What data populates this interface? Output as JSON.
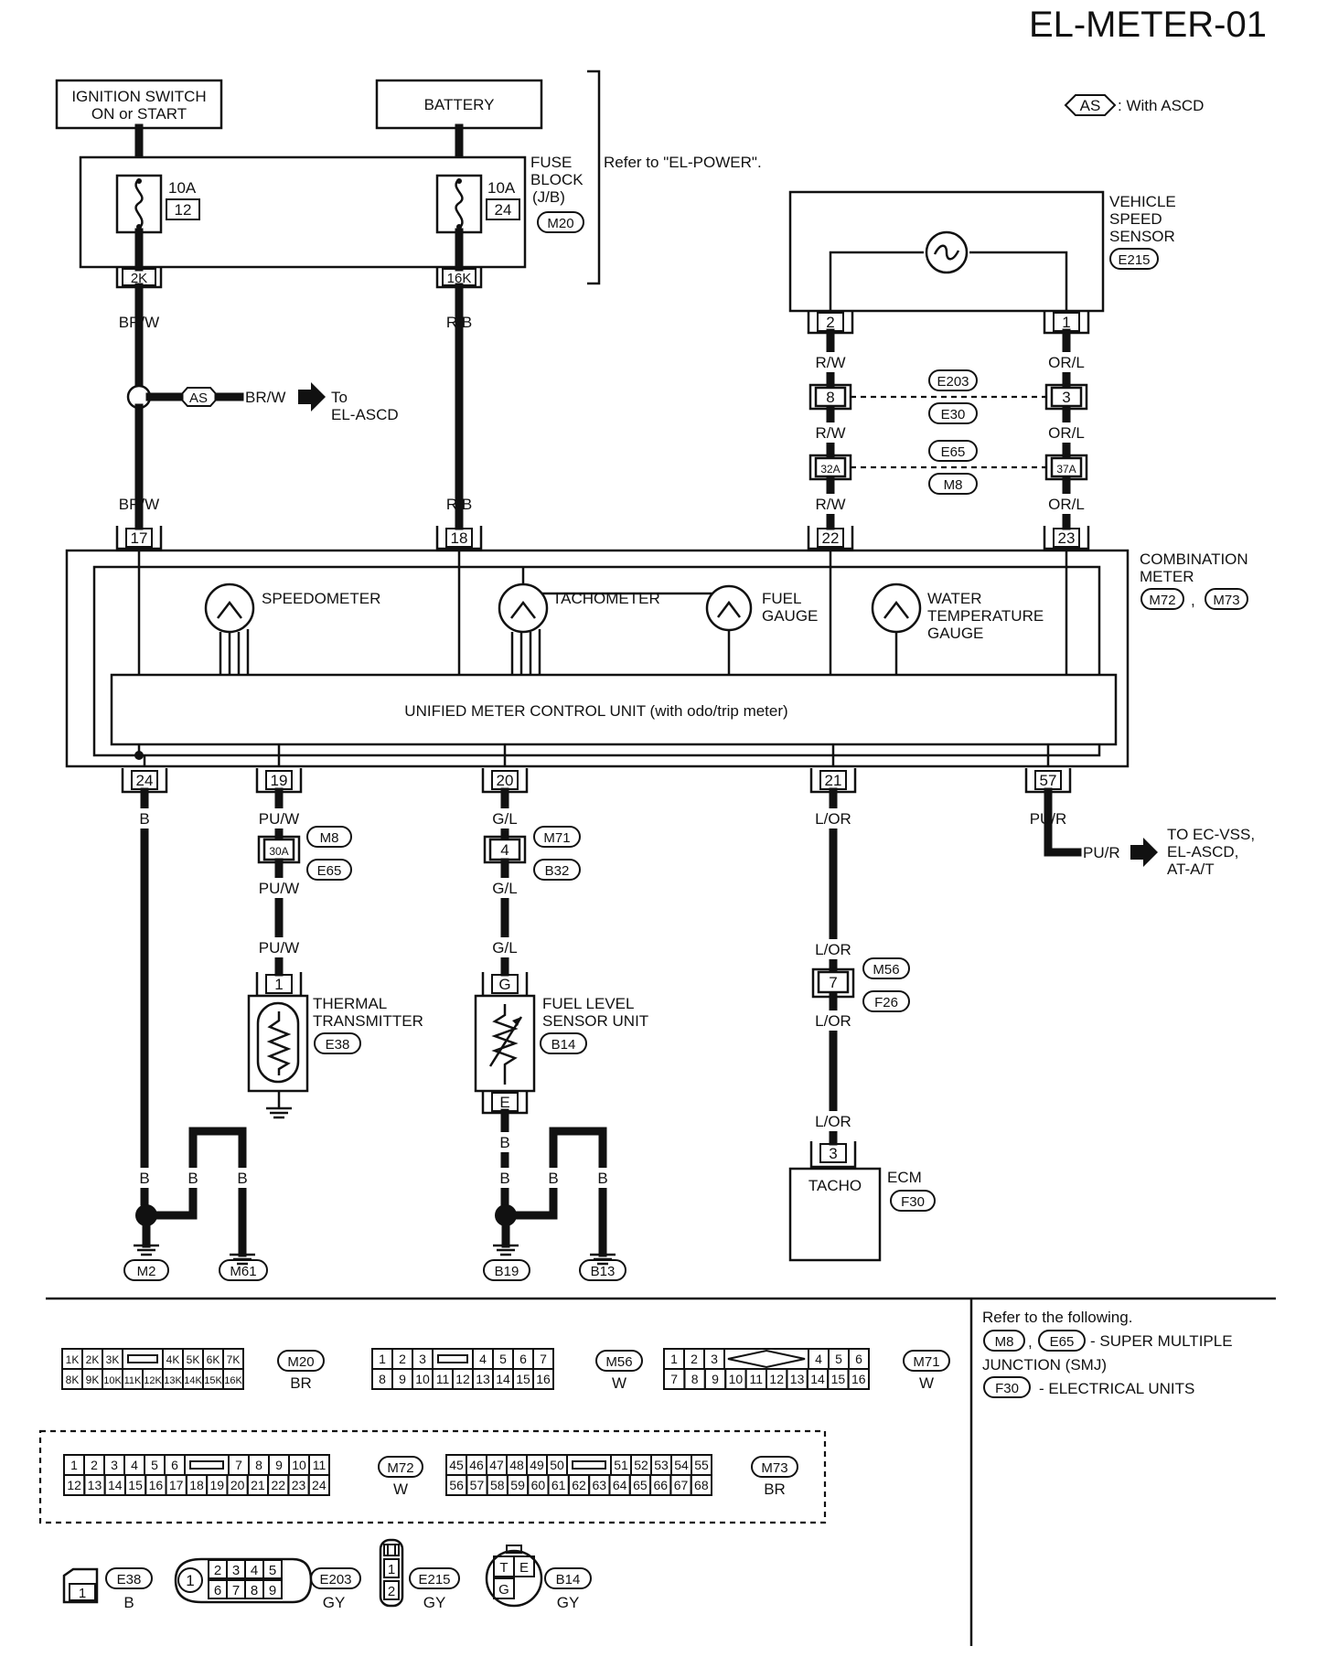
{
  "title": "EL-METER-01",
  "legend": {
    "as_tag": "AS",
    "as_text": ": With ASCD"
  },
  "sources": {
    "ignition": [
      "IGNITION SWITCH",
      "ON or START"
    ],
    "battery": "BATTERY"
  },
  "fuse_block": {
    "label": [
      "FUSE",
      "BLOCK",
      "(J/B)"
    ],
    "connector": "M20",
    "refer": "Refer to \"EL-POWER\".",
    "fuses": [
      {
        "amp": "10A",
        "num": "12",
        "term": "2K"
      },
      {
        "amp": "10A",
        "num": "24",
        "term": "16K"
      }
    ]
  },
  "ascd_branch": {
    "tag": "AS",
    "wire": "BR/W",
    "to": [
      "To",
      "EL-ASCD"
    ]
  },
  "speed_sensor": {
    "label": [
      "VEHICLE",
      "SPEED",
      "SENSOR"
    ],
    "connector": "E215",
    "pins": [
      "2",
      "1"
    ]
  },
  "wires": {
    "brw": "BR/W",
    "rb": "R/B",
    "rw": "R/W",
    "orl": "OR/L",
    "b": "B",
    "puw": "PU/W",
    "gl": "G/L",
    "lor": "L/OR",
    "pur": "PU/R"
  },
  "joints": [
    {
      "left_pin": "8",
      "right_pin": "3",
      "conn_top": "E203",
      "conn_bottom": "E30"
    },
    {
      "left_pin": "32A",
      "right_pin": "37A",
      "conn_top": "E65",
      "conn_bottom": "M8"
    }
  ],
  "combination_meter": {
    "label": [
      "COMBINATION",
      "METER"
    ],
    "connectors": [
      "M72",
      "M73"
    ],
    "sep": ",",
    "top_pins": [
      "17",
      "18",
      "22",
      "23"
    ],
    "bottom_pins": [
      "24",
      "19",
      "20",
      "21",
      "57"
    ],
    "gauges": [
      "SPEEDOMETER",
      "TACHOMETER",
      "FUEL",
      "GAUGE",
      "WATER",
      "TEMPERATURE",
      "GAUGE"
    ],
    "control_unit": "UNIFIED METER CONTROL UNIT (with odo/trip meter)"
  },
  "to_ec": [
    "TO EC-VSS,",
    "EL-ASCD,",
    "AT-A/T"
  ],
  "inline_connectors": [
    {
      "pin": "30A",
      "top": "M8",
      "bottom": "E65"
    },
    {
      "pin": "4",
      "top": "M71",
      "bottom": "B32"
    },
    {
      "pin": "7",
      "top": "M56",
      "bottom": "F26"
    }
  ],
  "thermal": {
    "label": [
      "THERMAL",
      "TRANSMITTER"
    ],
    "connector": "E38",
    "pin": "1"
  },
  "fuel_sensor": {
    "label": [
      "FUEL LEVEL",
      "SENSOR UNIT"
    ],
    "connector": "B14",
    "pin_top": "G",
    "pin_bottom": "E"
  },
  "ecm": {
    "label": "ECM",
    "connector": "F30",
    "pin": "3",
    "inner": "TACHO"
  },
  "grounds": [
    "M2",
    "M61",
    "B19",
    "B13"
  ],
  "refer_following": {
    "head": "Refer to the following.",
    "smj": [
      "M8",
      ",",
      "E65",
      "- SUPER MULTIPLE",
      "JUNCTION (SMJ)"
    ],
    "eu": [
      "F30",
      "- ELECTRICAL UNITS"
    ]
  },
  "connector_views": {
    "m20": {
      "name": "M20",
      "color": "BR",
      "row1": [
        "1K",
        "2K",
        "3K",
        "",
        "4K",
        "5K",
        "6K",
        "7K"
      ],
      "row2": [
        "8K",
        "9K",
        "10K",
        "11K",
        "12K",
        "13K",
        "14K",
        "15K",
        "16K"
      ]
    },
    "m56": {
      "name": "M56",
      "color": "W",
      "row1": [
        "1",
        "2",
        "3",
        "",
        "4",
        "5",
        "6",
        "7"
      ],
      "row2": [
        "8",
        "9",
        "10",
        "11",
        "12",
        "13",
        "14",
        "15",
        "16"
      ]
    },
    "m71": {
      "name": "M71",
      "color": "W",
      "row1": [
        "1",
        "2",
        "3",
        "",
        "4",
        "5",
        "6"
      ],
      "row2": [
        "7",
        "8",
        "9",
        "10",
        "11",
        "12",
        "13",
        "14",
        "15",
        "16"
      ]
    },
    "m72": {
      "name": "M72",
      "color": "W",
      "row1": [
        "1",
        "2",
        "3",
        "4",
        "5",
        "6",
        "",
        "7",
        "8",
        "9",
        "10",
        "11"
      ],
      "row2": [
        "12",
        "13",
        "14",
        "15",
        "16",
        "17",
        "18",
        "19",
        "20",
        "21",
        "22",
        "23",
        "24"
      ]
    },
    "m73": {
      "name": "M73",
      "color": "BR",
      "row1": [
        "45",
        "46",
        "47",
        "48",
        "49",
        "50",
        "",
        "51",
        "52",
        "53",
        "54",
        "55"
      ],
      "row2": [
        "56",
        "57",
        "58",
        "59",
        "60",
        "61",
        "62",
        "63",
        "64",
        "65",
        "66",
        "67",
        "68"
      ]
    },
    "e38": {
      "name": "E38",
      "color": "B",
      "pins": [
        "1"
      ]
    },
    "e203": {
      "name": "E203",
      "color": "GY",
      "pins": [
        "1",
        "2",
        "3",
        "4",
        "5",
        "6",
        "7",
        "8",
        "9"
      ]
    },
    "e215": {
      "name": "E215",
      "color": "GY",
      "pins": [
        "1",
        "2"
      ]
    },
    "b14": {
      "name": "B14",
      "color": "GY",
      "pins": [
        "T",
        "E",
        "G"
      ]
    }
  }
}
